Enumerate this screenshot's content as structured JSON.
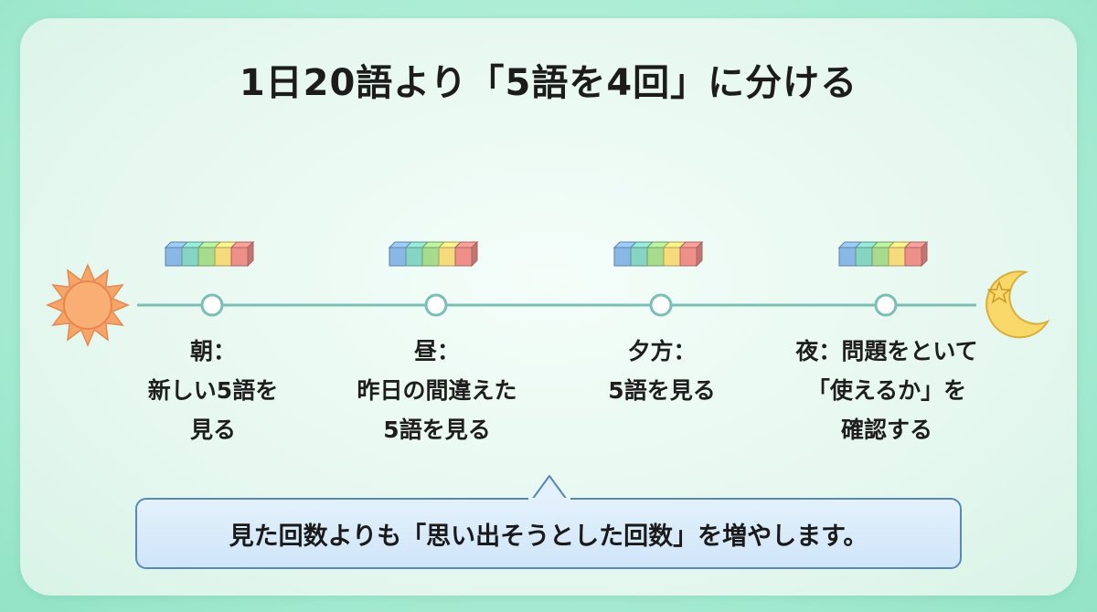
{
  "title": "1日20語より「5語を4回」に分ける",
  "icons": {
    "start": "sun-icon",
    "end": "moon-star-icon",
    "block": "word-block-icon"
  },
  "block_colors": [
    "#8ab8e6",
    "#86d4c4",
    "#a7dc8f",
    "#f4dc7c",
    "#ef8f8a"
  ],
  "line_color": "#7bbfb4",
  "callout_color": "#d6e9fa",
  "steps": [
    {
      "lines": [
        "朝：",
        "新しい5語を",
        "見る"
      ]
    },
    {
      "lines": [
        "昼：",
        "昨日の間違えた",
        "5語を見る"
      ]
    },
    {
      "lines": [
        "夕方：",
        "5語を見る"
      ]
    },
    {
      "lines": [
        "夜：問題をといて",
        "「使えるか」を",
        "確認する"
      ]
    }
  ],
  "callout": "見た回数よりも「思い出そうとした回数」を増やします。"
}
